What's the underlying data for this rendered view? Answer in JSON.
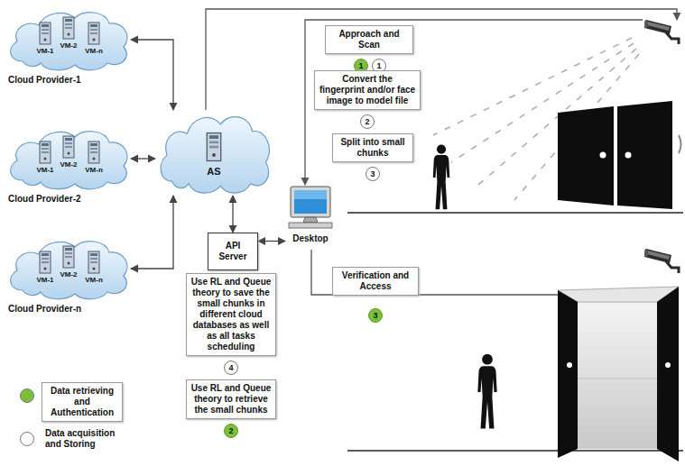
{
  "diagram": {
    "nodes": [
      {
        "text": [
          "Cloud Provider-1"
        ]
      },
      {
        "text": [
          "VM-1"
        ],
        "in": 0
      },
      {
        "text": [
          "VM-2"
        ],
        "in": 0
      },
      {
        "text": [
          "VM-n"
        ],
        "in": 0
      },
      {
        "text": [
          "Cloud Provider-2"
        ]
      },
      {
        "text": [
          "VM-1"
        ],
        "in": 4
      },
      {
        "text": [
          "VM-2"
        ],
        "in": 4
      },
      {
        "text": [
          "VM-n"
        ],
        "in": 4
      },
      {
        "text": [
          "Cloud Provider-n"
        ]
      },
      {
        "text": [
          "VM-1"
        ],
        "in": 8
      },
      {
        "text": [
          "VM-2"
        ],
        "in": 8
      },
      {
        "text": [
          "VM-n"
        ],
        "in": 8
      },
      {
        "text": [
          "AS"
        ]
      },
      {
        "text": [
          "API Server"
        ]
      },
      {
        "text": [
          "Desktop"
        ]
      },
      {
        "text": [
          "Approach and Scan"
        ]
      },
      {
        "text": [
          "1"
        ]
      },
      {
        "text": [
          "1"
        ]
      },
      {
        "text": [
          "Convert the fingerprint and/or face image to model file"
        ]
      },
      {
        "text": [
          "2"
        ]
      },
      {
        "text": [
          "Split into small chunks"
        ]
      },
      {
        "text": [
          "3"
        ]
      },
      {
        "text": [
          "Use RL and Queue theory to save the small chunks in different cloud databases as well as all tasks scheduling"
        ]
      },
      {
        "text": [
          "4"
        ]
      },
      {
        "text": [
          "Use RL and Queue theory to retrieve the small chunks"
        ]
      },
      {
        "text": [
          "2"
        ]
      },
      {
        "text": [
          "Verification and Access"
        ]
      },
      {
        "text": [
          "3"
        ]
      }
    ],
    "edges": [
      {
        "from": 0,
        "to": 12,
        "arrow": "both"
      },
      {
        "from": 4,
        "to": 12,
        "arrow": "both"
      },
      {
        "from": 8,
        "to": 12,
        "arrow": "both"
      },
      {
        "from": 12,
        "to": 13,
        "arrow": "both"
      },
      {
        "from": 13,
        "to": 14,
        "arrow": "both"
      }
    ],
    "legend": [
      {
        "text": "Data retrieving and Authentication",
        "color": "#7cbf3a"
      },
      {
        "text": "Data acquisition and Storing",
        "color": "#ffffff"
      }
    ]
  }
}
